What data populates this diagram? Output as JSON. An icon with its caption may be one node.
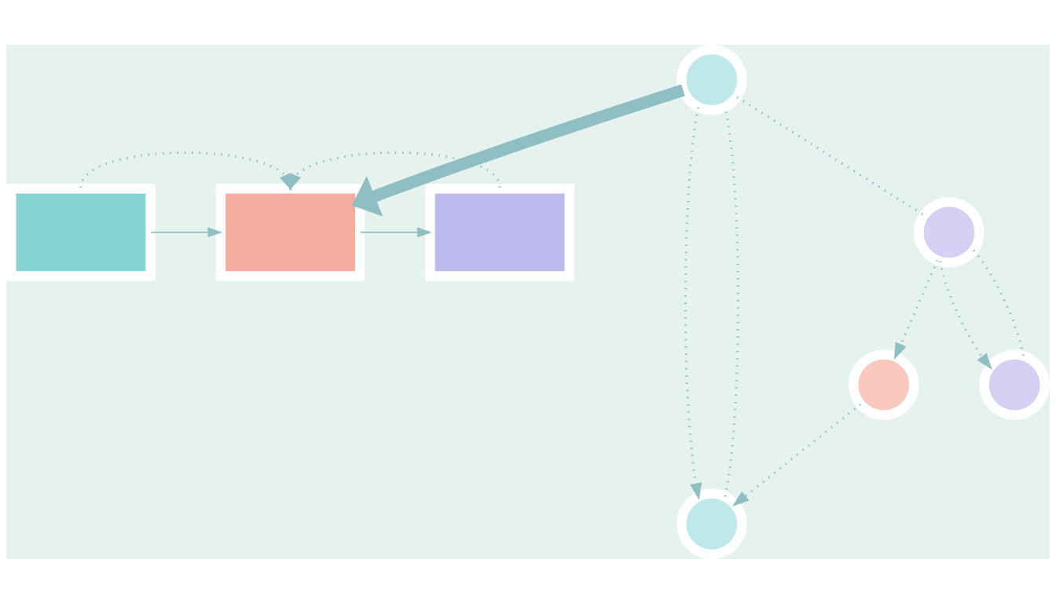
{
  "diagram": {
    "nodes": [
      {
        "text": [],
        "shape": "box"
      },
      {
        "text": [],
        "shape": "box"
      },
      {
        "text": [],
        "shape": "box"
      },
      {
        "text": [],
        "shape": "circle"
      },
      {
        "text": [],
        "shape": "circle"
      },
      {
        "text": [],
        "shape": "circle"
      },
      {
        "text": [],
        "shape": "circle"
      },
      {
        "text": [],
        "shape": "circle"
      }
    ],
    "edges": [
      {
        "from": 0,
        "to": 1,
        "arrow": "to"
      },
      {
        "from": 1,
        "to": 2,
        "arrow": "to"
      },
      {
        "from": 0,
        "to": 1,
        "arrow": "to",
        "style": "dashed"
      },
      {
        "from": 2,
        "to": 1,
        "arrow": "to",
        "style": "dashed"
      },
      {
        "from": 4,
        "to": 1,
        "arrow": "to",
        "style": "thick"
      },
      {
        "from": 3,
        "to": 4,
        "arrow": "none",
        "style": "dashed"
      },
      {
        "from": 4,
        "to": 3,
        "arrow": "to",
        "style": "dashed"
      },
      {
        "from": 4,
        "to": 6,
        "arrow": "none",
        "style": "dashed"
      },
      {
        "from": 6,
        "to": 7,
        "arrow": "to",
        "style": "dashed"
      },
      {
        "from": 7,
        "to": 6,
        "arrow": "none",
        "style": "dashed"
      },
      {
        "from": 6,
        "to": 5,
        "arrow": "to",
        "style": "dashed"
      },
      {
        "from": 5,
        "to": 3,
        "arrow": "to",
        "style": "dashed"
      }
    ]
  }
}
